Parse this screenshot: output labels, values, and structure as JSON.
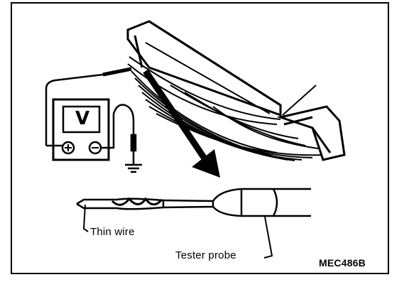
{
  "labels": {
    "thin_wire": "Thin wire",
    "tester_probe": "Tester probe",
    "figure_code": "MEC486B"
  },
  "meter": {
    "symbol": "V",
    "positive_terminal": "+",
    "negative_terminal": "−"
  },
  "icons": [
    "voltmeter-icon",
    "ground-symbol-icon",
    "arrow-icon"
  ],
  "colors": {
    "ink": "#000000",
    "paper": "#ffffff"
  }
}
